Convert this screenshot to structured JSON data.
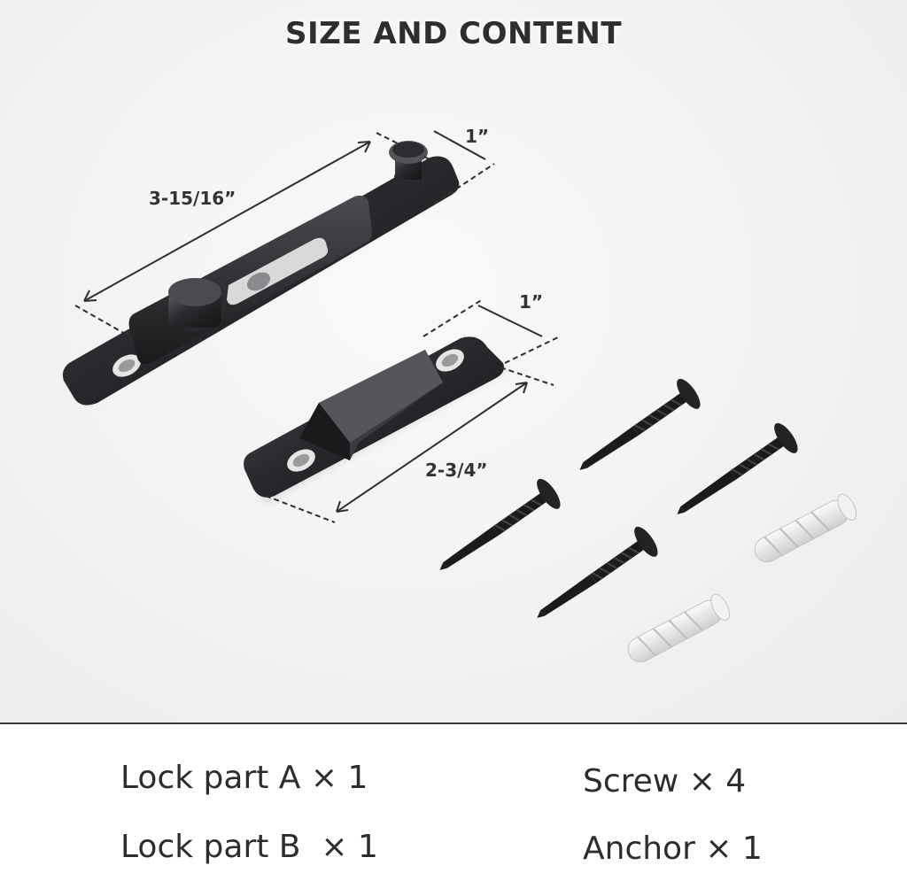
{
  "title": "SIZE AND CONTENT",
  "dimensions": {
    "lock_a_length": "3-15/16”",
    "lock_a_width": "1”",
    "lock_b_width": "1”",
    "lock_b_length": "2-3/4”"
  },
  "contents": {
    "lock_a": "Lock part A × 1",
    "lock_b": "Lock part B  × 1",
    "screw": "Screw × 4",
    "anchor": "Anchor × 1"
  },
  "colors": {
    "metal": "#1f1f22",
    "anchor": "#e4e4e4",
    "text": "#2d2d2d"
  }
}
